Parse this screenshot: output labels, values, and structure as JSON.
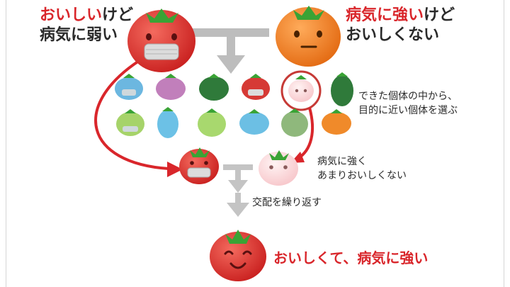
{
  "top_left": {
    "highlight": "おいしい",
    "suffix": "けど",
    "line2": "病気に弱い"
  },
  "top_right": {
    "highlight": "病気に強い",
    "suffix": "けど",
    "line2": "おいしくない"
  },
  "selection_note": {
    "line1": "できた個体の中から、",
    "line2": "目的に近い個体を選ぶ"
  },
  "selected_note": {
    "line1": "病気に強く",
    "line2": "あまりおいしくない"
  },
  "cross_note": "交配を繰り返す",
  "result": "おいしくて、病気に強い",
  "colors": {
    "red_tomato": "#e0302f",
    "orange_tomato": "#f07d22",
    "accent_red": "#d9262b",
    "arrow_gray": "#b9b9b9",
    "leaf_green": "#3aa335"
  }
}
